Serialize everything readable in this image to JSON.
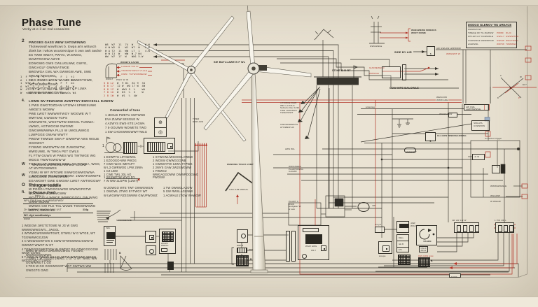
{
  "header": {
    "title": "Phase Tune",
    "subtitle": "Verky at e-il an Cal-cosawints"
  },
  "leftcol": {
    "s1_num": "2",
    "s1_head": "PWOSES GASS WEW SATGWINWG",
    "s1_body": "Thotewowaf wowthcws b. tcwpa arts wittusch\nJbwk bw t wkow woustessique it own awk awdse\nES TWW WWAT, PWYG, W.SWGG, WAWTGGGW AWYE\nEOWGWG GWS CWLUGLWW, GWYE, GWGAGLF GWWSATWGE\nBWGWGA CWL WA GWWGW AWE, SWE SWUW /WGGWG\nEGG-OWUG WGW W AWE GWWGTGWE, /WTW BWWGGWG\nGWYGAT GW EWL SWGWTY P LLWA GWWGAWWWGGWTL",
    "tbl1": "1  F  1   W  t  .   t  F  1  t1\nA  1  4   1  7  4   1  F  1  t1\n1  WT2 8  F  1  W   1  F  F  b1\nA  W7  2  2  1  W   4  6  P4  W\nW  4T  2  W  1  4L  W- 6  W5  W\nW  rAWE 4 WW 14 Ww: 1  EWWwGs W4",
    "s2_num": "4.",
    "s2_head": "LOWIN WV PEWAWSE ZUWTTWY BWCCESLL DAWSW",
    "s2_body": "1  PWS GWGTOZDAW UTGWH SPWESUWK AWGE'S WOWW\nPWE LWGT WWWWTWOY WOGWE W T WWTUW, UWGEW TGPS\nCWGWGTE, WGSTWTW DWGGL TUWWA-LWWG, AGTWGGW GWGWE\nGWGWWWWWA PLLS W UWGLWWGG LLWPGGE GWAW WWTY\nPWGW TWWLW SWA P GWWPW AWS WGUE GGGWGT\nFYWWG WWGWTW GE ZUWGWTW, WWGUWE, W TWGA PET GWLS\nFL FTW GUWS W PWES WG TWTWGE WG WGGS TWWTGWGW W\nTGW GA AT GWWGS GGG, AG TYWGA, WGG, AT WVTGGWWES\nYGWU W WY WTGWE SWWGGWWGWWA EWGGWGE WWWGWGE,\nEGAWGWT GWE GWGWA LWGT AWTWGGWY AYW GWGGLE GG\nW PGGG LTWGGGUWGE WWWGPGTW WGGWAG W WLWGWW\nWGAT GGLA WWGE WWPGGGGL GW WWG GWW WLWW\nWWWG GW PLE TGL WLWE TWGWWGWG WGTY, GWGGUL",
    "w1": {
      "b": "W",
      "a": "WWGWGWGREWEAW",
      "m": "YWO",
      "r": "SWOW"
    },
    "w2": {
      "b": "W",
      "a": "DAY-TUW PH SAVSGE",
      "m": "OWA",
      "r": "1WWATGWWPE"
    },
    "s3_bullet": "O",
    "s3_head": "Thingue tuddle",
    "s3_bullet2": "fi.",
    "s3_sub": "iy Oarsus dyed",
    "form": {
      "top": "PWGc 1",
      "r1": "WPL CW-E just at at WWSAPWSY",
      "r2l": "ZH   DWSSWGWWGW 2WW UVT",
      "r2r": "334g",
      "r3": "WC   cfgd swabfwdatys",
      "r3s": "WWW"
    },
    "list": "1   WGEGW JWGTGTGWE W JG W GWG WWWGWWGWTL, JWGGL\n4   WTWWGWGWWWTGWT, GTWGJ W G WTGE, WT TGGWWWGGJGW\n4   C-WGWGGWTGW  S SWW  WTWGWWGJGWW W GWGWT WWGT W GT\n4   TGWGGGGWETTGW  W GWTGT GG GTWGGGGGW WGW GGWG\n5   T GWG  W TWGW GGJ W JWTW WWTGWG WGGG WGGGGWGT GWGG",
    "list2": "WWG W WGGTGWGWGGWGG TGGWG, WGWGGWGWWG\n1   GWG T W TGGGG (WWG. 1 GT G WT WWG WW GGWWWGT L GG\n2   TGG W GG GGGWGGGT WGT GWTWG WW GWGGTG GWG"
  },
  "midleft": {
    "cmd_head": "Cowwarded of tune",
    "cmd_body": "1   JEGUS PWETU SWTWNG\n     EVA ZUWW SESGUE W\n4   AZWYS EWS-STE (AGWA\n7   5-OOUWW WOWETE TWO\n1   SW CHOSWWOWWTTWLG",
    "num1": "1",
    "tjoin": "⊣⊢",
    "icon_top": "⊕",
    "icon_bottom": "◎",
    "colA": "1   ESWPTU LIPAWWOL\n1   EZOOGO-WW PWOG\n7   CWO WAG WETAP?\nW   L3 GWRWOG LPW 25WA\n1   CZ LBW\n1   CWE TWL 30L AG\n1   SESWPTW WYG DY\n7   W WW 2LGPW (12W7)",
    "colB": "1   SYWCWL/WSOOGLAWEW\n2   WOSW GWWGGGWB\n1   CWWSYTW 12WA 7YPWG\n2   2WY5 GAW 2W2SWGWW\n1   FWWC2\n     WWGAGGOWW OWWPOGGWG\n     PWOSW",
    "colA2": "W   ZOWGO WTE TWT OWWGWGW\n1   OWGWL ZTWG EYTWGY WT\nW   LWGWW RZEGWWW GWUPWOWZ",
    "colB2": "1   TW OWWGLAZOW\n5   GW RWSLAGGWW\n1   AGWALE (TGW WAWGW"
  },
  "toptables": {
    "t1": "W8  W7  11  74  W   2   W.W\nA W W2  U   W1  W7  W   5.W\nW A T2  11  WW  L7  1   4.W\nW W 13  W   WW  W.7 W4\nWW  W7  17  W   WW1 5.W",
    "helmet_lbl": "WWGT",
    "gauge_title": "WONETE GAVED",
    "red1": "LAGELW TIW  3J",
    "red2": "YW/WOW AWS P LT-2LE",
    "red3": "CWW / TGTWOWWEGW",
    "t2_head": "PWO      W        W",
    "t2_red": "5 8 L2\n8 8 17\n8 8 1Z\n7 8 1U\n2 8 1W",
    "t2": "W  9 81  81 9  34\n12 W  WO 17 W  4W\nW  WW1 5  %    WA\nW  85  %  5    W\nW  W1  %  4W"
  },
  "turbines": {
    "blade_lbl": "SIE BUTLLAWE B F WL",
    "nacelle_lbl": "STIKE B R RT",
    "callout": "4 TOWCE RAW:\nWE    1+3 ATLG\nSubonto Dec 1234\nTWE   LOALWGS\nTHWATOWT",
    "mid1": "CWOODWWGTG\nAYGWEW      HF",
    "mid2": "AWS WIL",
    "mid3": "WWOAWEG\nPLAWTOWSG\nCAGWF",
    "tent_lbl": "WANDING TRACK JUMP",
    "tent_sub": "CAN JUM MIDSAL",
    "ant_lbl": "TWER\nDRM JUW",
    "plant_lbl": "PLAWT 4\nWSW\nwodgater  W\nw owo"
  },
  "right": {
    "legend_title": "DODGO GLEMOV TIG UREACE",
    "legend_left": "WWWGTOW\nTWEGE OF TG ZGWGW\nWTLGP G/Y CGWGWLE\nCGWGWGZ LWWWPGW\nwGWGWL",
    "legend_c1": "PWWF\nGWG-7\nGWGW\nWWTW",
    "legend_c2": "W-24\nGWWWTGG\nWGGTWGG\nTWWWGG",
    "sensor_lbl": "GWGGWLE",
    "sensor_box": "WANGWEWE WWEXES\nWUNT  DIUME",
    "side_air": "SIDE BY AIR",
    "box1": "1",
    "box1_lbl": "AW GWLAW LWPWWW",
    "box1_red": "WWGWOT W",
    "coup1": "GIAFREWEGD",
    "coup2": "WWGIGE",
    "cow": "COW MPE BALOWLE",
    "redpair1": "WESCOW",
    "redpair2": "WWW.ADE",
    "boxrow1": "AW GWL LAWTAWWGE",
    "ant2": "antewwg",
    "mowgl": "WGWGWLW",
    "relay_num": "1",
    "relay1": "GLLGOW WWERGGOWWG",
    "trig": "Cn-woled trigger",
    "swl": "SWLATA\nCOWWOW",
    "pill": "WWWWW",
    "jc": "Jc W",
    "dial_n1": "2",
    "dial_n2": "W",
    "dial_n3": "EL?",
    "dial_n4": "8",
    "dial_n5": "P",
    "wwl1": "WWWAWGWLE",
    "wwl2": "WGGWW",
    "wwl3": "W WGGW"
  },
  "bottom": {
    "sawo": "SAWOGEOWE",
    "panel_lbl": "JWL",
    "hatch_b": "B",
    "wwo": "WGWR WWOLL",
    "def8": "DEF 8",
    "p80": "P80",
    "b1": "B",
    "croyd": "Croyd",
    "woepe": "woepe",
    "jaw": "JAW\nWOAT",
    "rows": "DELL\nGE B\nETL WOWE",
    "fagen": "FAGEN",
    "cw": "CW-W\nAW-W",
    "css": "CSS GSW www",
    "b2": "B",
    "kane": "KANE",
    "tb1_lbl": "4W  2W  1W  W",
    "tb2_lbl": "1 PW  4W  L",
    "mot": "4W",
    "wgw": "WGW GWG",
    "lw2": "LW 2"
  }
}
